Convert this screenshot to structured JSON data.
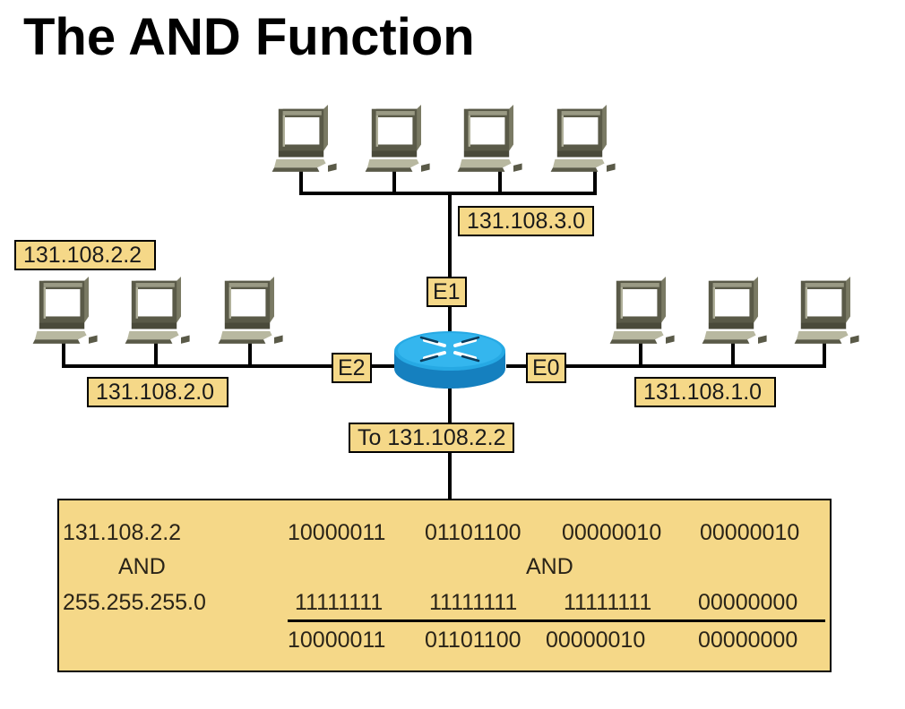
{
  "title": "The AND Function",
  "networks": {
    "top": {
      "label": "131.108.3.0",
      "host_count": 4
    },
    "left": {
      "label": "131.108.2.0",
      "host_count": 3,
      "host_label": "131.108.2.2"
    },
    "right": {
      "label": "131.108.1.0",
      "host_count": 3
    }
  },
  "router": {
    "icon": "router-icon",
    "interfaces": {
      "e0": "E0",
      "e1": "E1",
      "e2": "E2"
    },
    "destination_label": "To 131.108.2.2"
  },
  "calculation": {
    "ip": "131.108.2.2",
    "op_left": "AND",
    "mask": "255.255.255.0",
    "ip_binary": [
      "10000011",
      "01101100",
      "00000010",
      "00000010"
    ],
    "op_right": "AND",
    "mask_binary": [
      "11111111",
      "11111111",
      "11111111",
      "00000000"
    ],
    "result_binary": [
      "10000011",
      "01101100",
      "00000010",
      "00000000"
    ]
  },
  "colors": {
    "label_fill": "#f5d888",
    "router_blue": "#1aa0dc",
    "computer_gray": "#5a5a48"
  }
}
